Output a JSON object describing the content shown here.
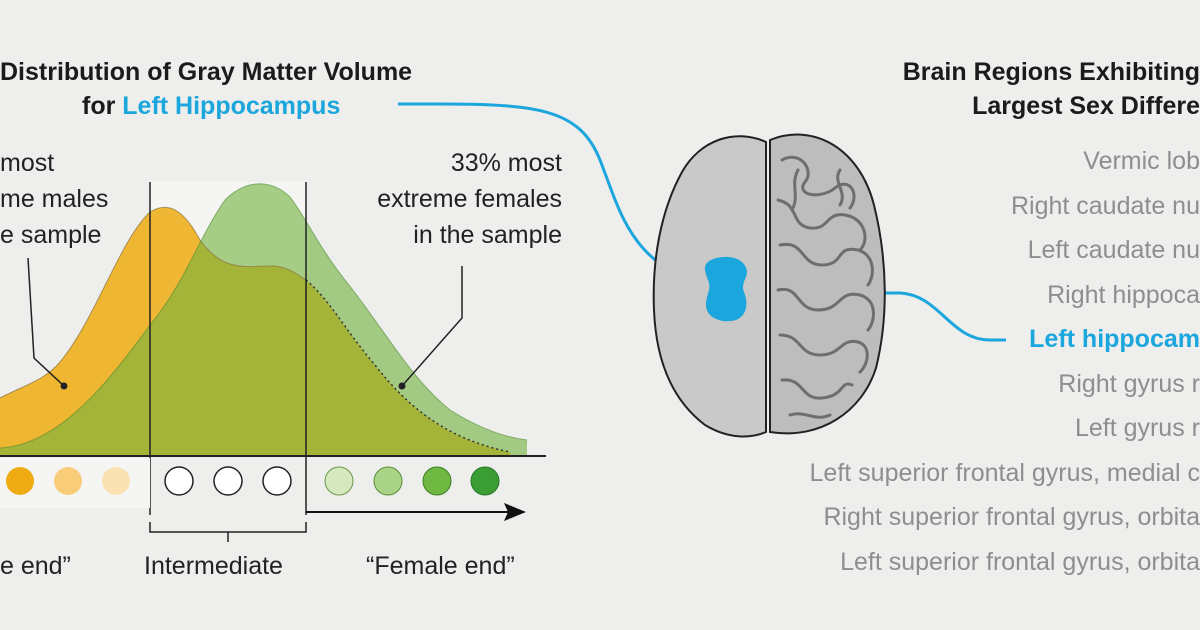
{
  "colors": {
    "background": "#eeeeec",
    "accent": "#1ba6dd",
    "male": "#eeac12",
    "female": "#62ab37",
    "muted_text": "#8e8e8e"
  },
  "left_panel": {
    "title_line1": "Distribution of Gray Matter Volume",
    "title_line2_prefix": "for ",
    "title_line2_highlight": "Left Hippocampus",
    "male_note": [
      "most",
      "me males",
      "e sample"
    ],
    "female_note": [
      "33% most",
      "extreme females",
      "in the sample"
    ],
    "end_labels": {
      "male": "e end”",
      "intermediate": "Intermediate",
      "female": "“Female end”"
    }
  },
  "right_panel": {
    "title_line1": "Brain Regions Exhibiting",
    "title_line2": "Largest Sex Differe",
    "regions": [
      {
        "label": "Vermic lob",
        "highlighted": false
      },
      {
        "label": "Right caudate nu",
        "highlighted": false
      },
      {
        "label": "Left caudate nu",
        "highlighted": false
      },
      {
        "label": "Right hippoca",
        "highlighted": false
      },
      {
        "label": "Left hippocam",
        "highlighted": true
      },
      {
        "label": "Right gyrus r",
        "highlighted": false
      },
      {
        "label": "Left gyrus r",
        "highlighted": false
      },
      {
        "label": "Left superior frontal gyrus, medial c",
        "highlighted": false
      },
      {
        "label": "Right superior frontal gyrus, orbita",
        "highlighted": false
      },
      {
        "label": "Left superior frontal gyrus, orbita",
        "highlighted": false
      }
    ]
  },
  "dots": {
    "male": [
      "#eeac12",
      "#f8cc79",
      "#fbe2b2"
    ],
    "intermediate": [
      "#ffffff",
      "#ffffff",
      "#ffffff"
    ],
    "female": [
      "#d5e8c0",
      "#a9d488",
      "#6fb942",
      "#3a9e34"
    ]
  }
}
